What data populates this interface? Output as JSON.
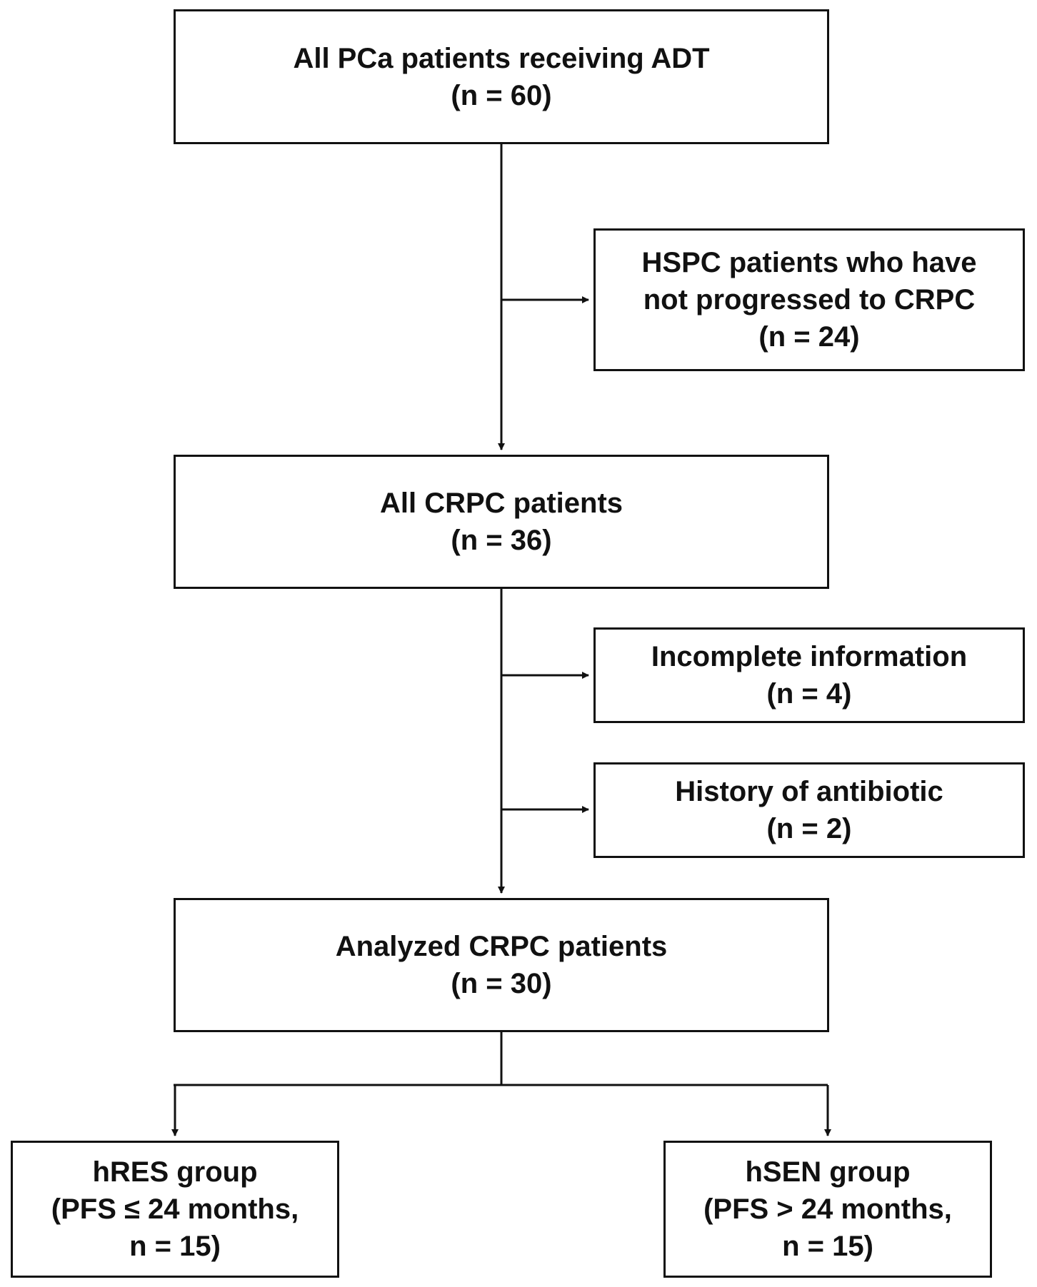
{
  "boxes": {
    "all_pca": {
      "line1": "All PCa patients receiving ADT",
      "line2": "(n = 60)"
    },
    "hspc": {
      "line1": "HSPC patients who have",
      "line2": "not progressed to CRPC",
      "line3": "(n = 24)"
    },
    "all_crpc": {
      "line1": "All CRPC patients",
      "line2": "(n = 36)"
    },
    "incomplete": {
      "line1": "Incomplete information",
      "line2": "(n = 4)"
    },
    "antibiotic": {
      "line1": "History of antibiotic",
      "line2": "(n = 2)"
    },
    "analyzed": {
      "line1": "Analyzed CRPC patients",
      "line2": "(n = 30)"
    },
    "hres": {
      "line1": "hRES group",
      "line2": "(PFS ≤ 24 months,",
      "line3": "n = 15)"
    },
    "hsen": {
      "line1": "hSEN group",
      "line2": "(PFS > 24 months,",
      "line3": "n = 15)"
    }
  },
  "colors": {
    "line": "#111111",
    "box_border": "#111111",
    "background": "#ffffff"
  }
}
